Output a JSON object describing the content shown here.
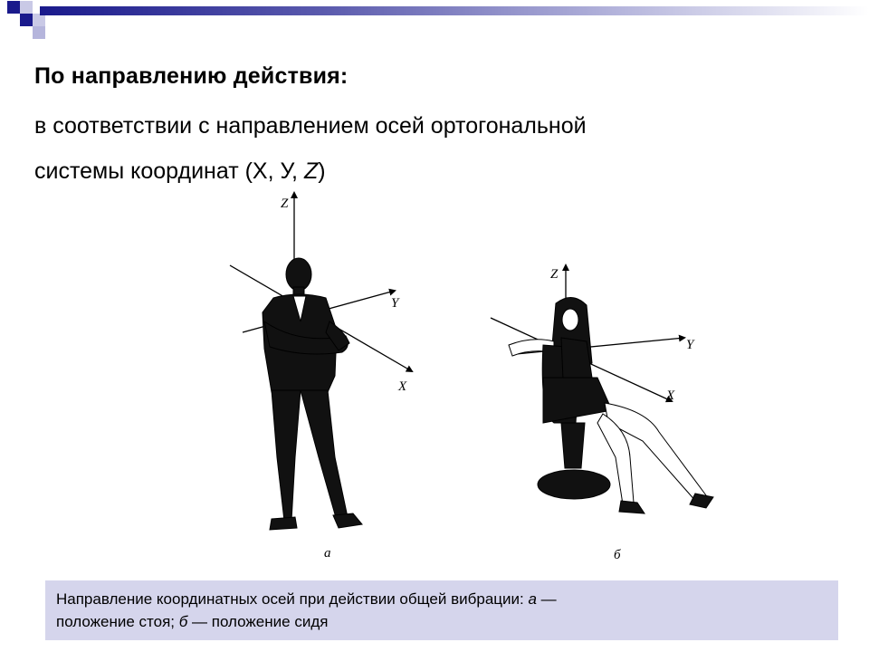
{
  "slide": {
    "heading": "По направлению действия:",
    "subtitle_line1": "в соответствии с направлением осей ортогональной",
    "subtitle_line2_prefix": "системы координат (X, У, ",
    "subtitle_line2_italic": "Z",
    "subtitle_line2_suffix": ")"
  },
  "figure": {
    "a": {
      "axis_z": "Z",
      "axis_y": "Y",
      "axis_x": "X",
      "label": "а"
    },
    "b": {
      "axis_z": "Z",
      "axis_y": "Y",
      "axis_x": "X",
      "label": "б"
    }
  },
  "caption": {
    "text1": "Направление координатных осей при действии общей вибрации: ",
    "a_label": "а",
    "text2": " —",
    "text3": "положение стоя; ",
    "b_label": "б",
    "text4": " — положение сидя"
  },
  "colors": {
    "accent_dark": "#1a1a8c",
    "accent_light": "#b5b5dc",
    "caption_bg": "#d5d5ec"
  }
}
